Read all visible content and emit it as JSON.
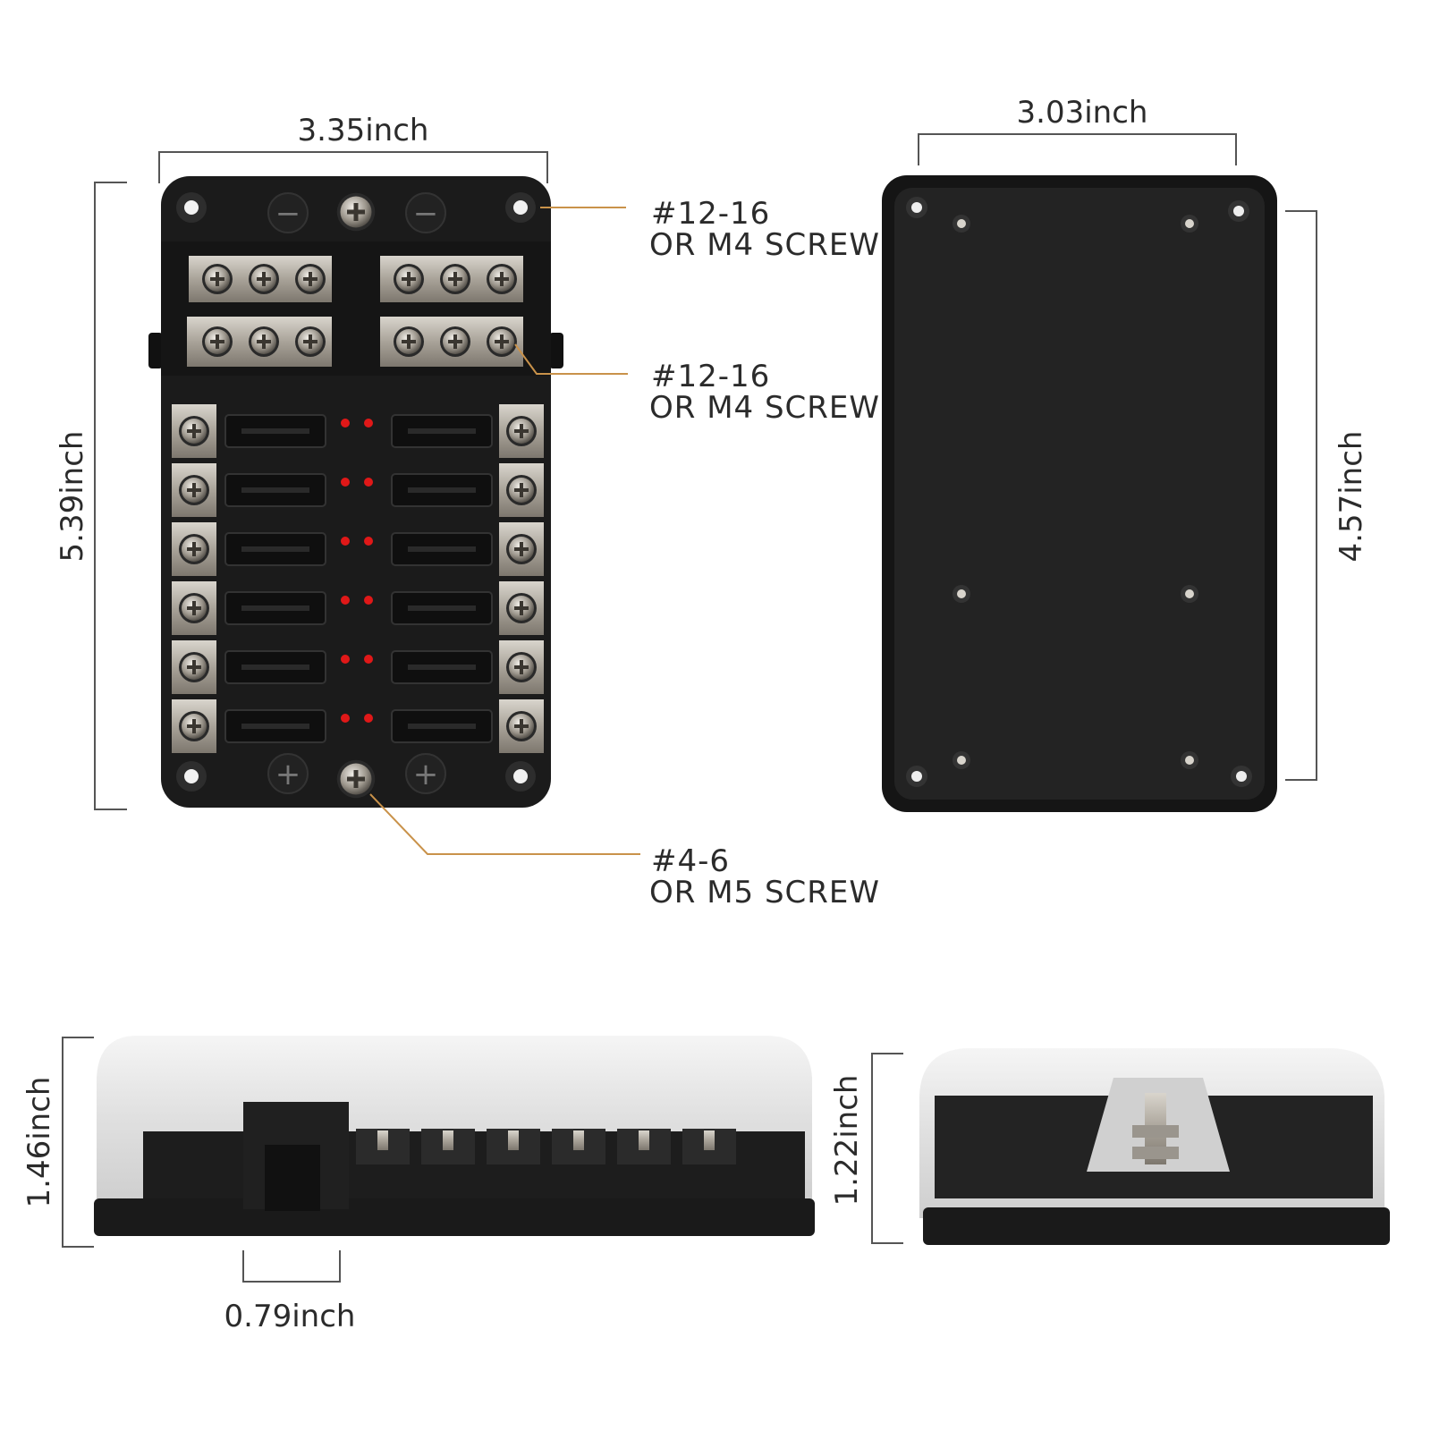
{
  "dimensions": {
    "front_width": "3.35inch",
    "front_height": "5.39inch",
    "back_width": "3.03inch",
    "back_height": "4.57inch",
    "side_height": "1.46inch",
    "side_tab_width": "0.79inch",
    "end_height": "1.22inch"
  },
  "callouts": [
    {
      "line1": "#12-16",
      "line2": "OR M4 SCREW"
    },
    {
      "line1": "#12-16",
      "line2": "OR M4 SCREW"
    },
    {
      "line1": "#4-6",
      "line2": "OR M5 SCREW"
    }
  ],
  "terminal_symbols": {
    "negative": "−",
    "positive": "+"
  },
  "fuse_box": {
    "fuse_rows": 6,
    "fuses_per_row": 2,
    "indicator_color": "#e01818",
    "body_color": "#1b1b1b",
    "metal_color": "#b9b4ac"
  }
}
